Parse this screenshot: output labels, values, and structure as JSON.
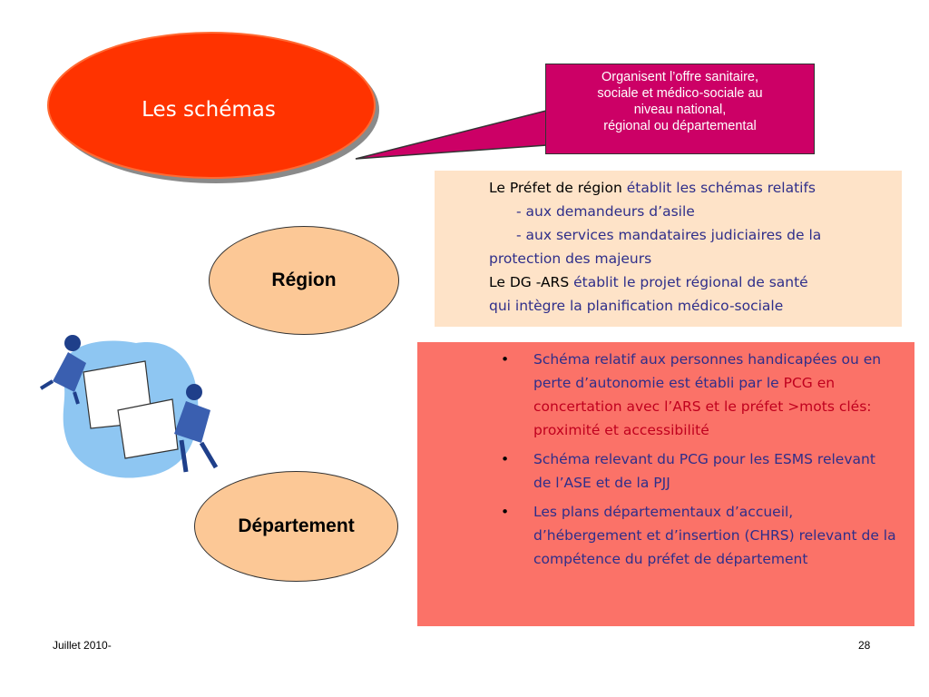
{
  "title": "Les schémas",
  "callout": {
    "lines": [
      "Organisent l’offre sanitaire,",
      "sociale et médico-sociale au",
      "niveau national,",
      "régional ou départemental"
    ]
  },
  "region": {
    "label": "Région",
    "prefet_lead": "Le Préfet de région",
    "prefet_rest": " établit les schémas relatifs",
    "item1": "- aux demandeurs d’asile",
    "item2": "- aux services mandataires judiciaires de la",
    "item2_cont": "protection des majeurs",
    "ars_lead": "Le DG -ARS",
    "ars_rest": " établit le projet régional de santé",
    "ars_cont": "qui intègre la planification médico-sociale"
  },
  "departement": {
    "label": "Département",
    "bullet_char": "•",
    "bullet1_a": "Schéma relatif aux personnes handicapées ou en perte d’autonomie est établi par le ",
    "bullet1_b": "PCG en concertation avec l’ARS et le préfet >mots clés: proximité et accessibilité",
    "bullet2": "Schéma relevant du PCG pour les ESMS relevant de l’ASE et de la PJJ",
    "bullet3": "Les plans départementaux d’accueil, d’hébergement et d’insertion (CHRS) relevant de la compétence du préfet de département"
  },
  "footer": {
    "date": "Juillet 2010-",
    "page": "28"
  },
  "colors": {
    "title_ellipse": "#ff3300",
    "callout": "#cc0066",
    "ellipse_fill": "#fcc896",
    "region_box": "#fee3c8",
    "dept_box": "#fb7268",
    "text_blue": "#2e2e8a",
    "text_red": "#c0001e"
  },
  "icons": {
    "clipart": "people-assembling-puzzle-icon"
  }
}
